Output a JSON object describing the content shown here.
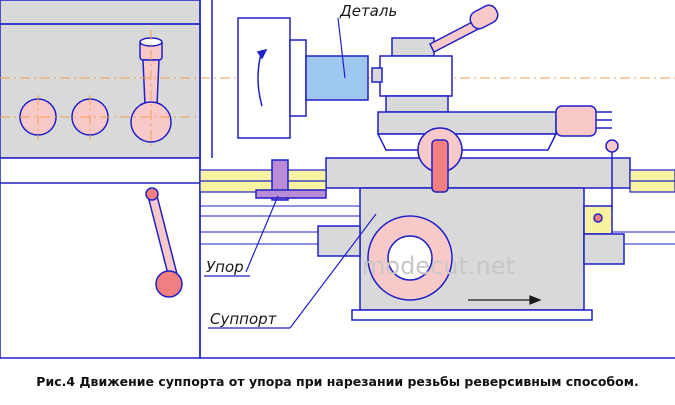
{
  "labels": {
    "part": "Деталь",
    "stop": "Упор",
    "carriage": "Суппорт"
  },
  "watermark": "modecut.net",
  "caption": "Рис.4 Движение суппорта от упора при нарезании резьбы реверсивным способом.",
  "colors": {
    "line": "#2020c8",
    "fill_gray": "#d9d9d9",
    "fill_pink": "#f7c9c9",
    "fill_pink_strong": "#f08080",
    "fill_blue": "#9ec8f0",
    "fill_yellow": "#f7f3a0",
    "fill_violet": "#b98ad6",
    "axis": "#f0a050"
  }
}
